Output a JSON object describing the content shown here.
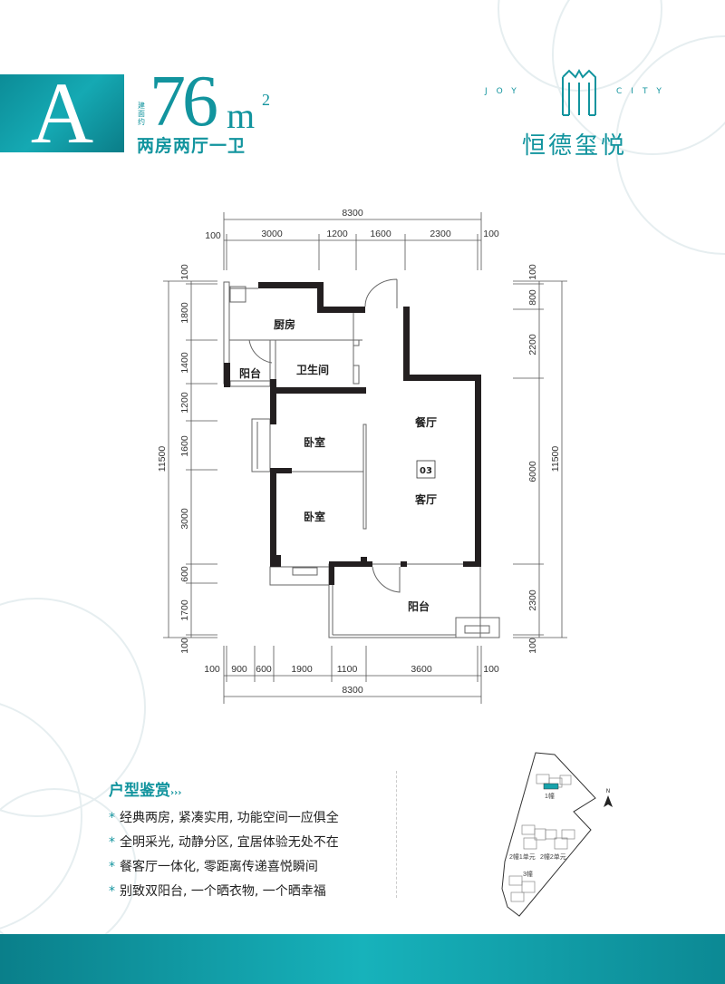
{
  "header": {
    "type_letter": "A",
    "area_prefix": "建面约",
    "area_value": "76",
    "area_unit": "m",
    "area_unit_sup": "2",
    "layout_type": "两房两厅一卫"
  },
  "brand": {
    "en_left": "JOY",
    "en_right": "CITY",
    "cn_name": "恒德玺悦"
  },
  "colors": {
    "accent": "#12949e",
    "wall": "#231f20"
  },
  "floor_plan": {
    "rooms": {
      "kitchen": "厨房",
      "bathroom": "卫生间",
      "balcony_small": "阳台",
      "bedroom_1": "卧室",
      "dining": "餐厅",
      "unit_no": "03",
      "living": "客厅",
      "bedroom_2": "卧室",
      "balcony_large": "阳台"
    },
    "dims_top": {
      "total": "8300",
      "parts": [
        "100",
        "3000",
        "1200",
        "1600",
        "2300",
        "100"
      ]
    },
    "dims_bottom": {
      "total": "8300",
      "parts": [
        "100",
        "900",
        "600",
        "1900",
        "1100",
        "3600",
        "100"
      ]
    },
    "dims_left": {
      "total": "11500",
      "parts": [
        "100",
        "1800",
        "1400",
        "1200",
        "1600",
        "3000",
        "600",
        "1700",
        "100"
      ]
    },
    "dims_right": {
      "total": "11500",
      "parts": [
        "100",
        "800",
        "2200",
        "6000",
        "2300",
        "100"
      ]
    }
  },
  "features": {
    "title": "户型鉴赏",
    "title_suffix": "›››",
    "items": [
      "经典两房, 紧凑实用, 功能空间一应俱全",
      "全明采光, 动静分区, 宜居体验无处不在",
      "餐客厅一体化, 零距离传递喜悦瞬间",
      "别致双阳台, 一个晒衣物, 一个晒幸福"
    ],
    "bullet": "*"
  },
  "site_plan": {
    "north": "N",
    "buildings": [
      "1幢",
      "2幢1单元",
      "2幢2单元",
      "3幢"
    ]
  }
}
